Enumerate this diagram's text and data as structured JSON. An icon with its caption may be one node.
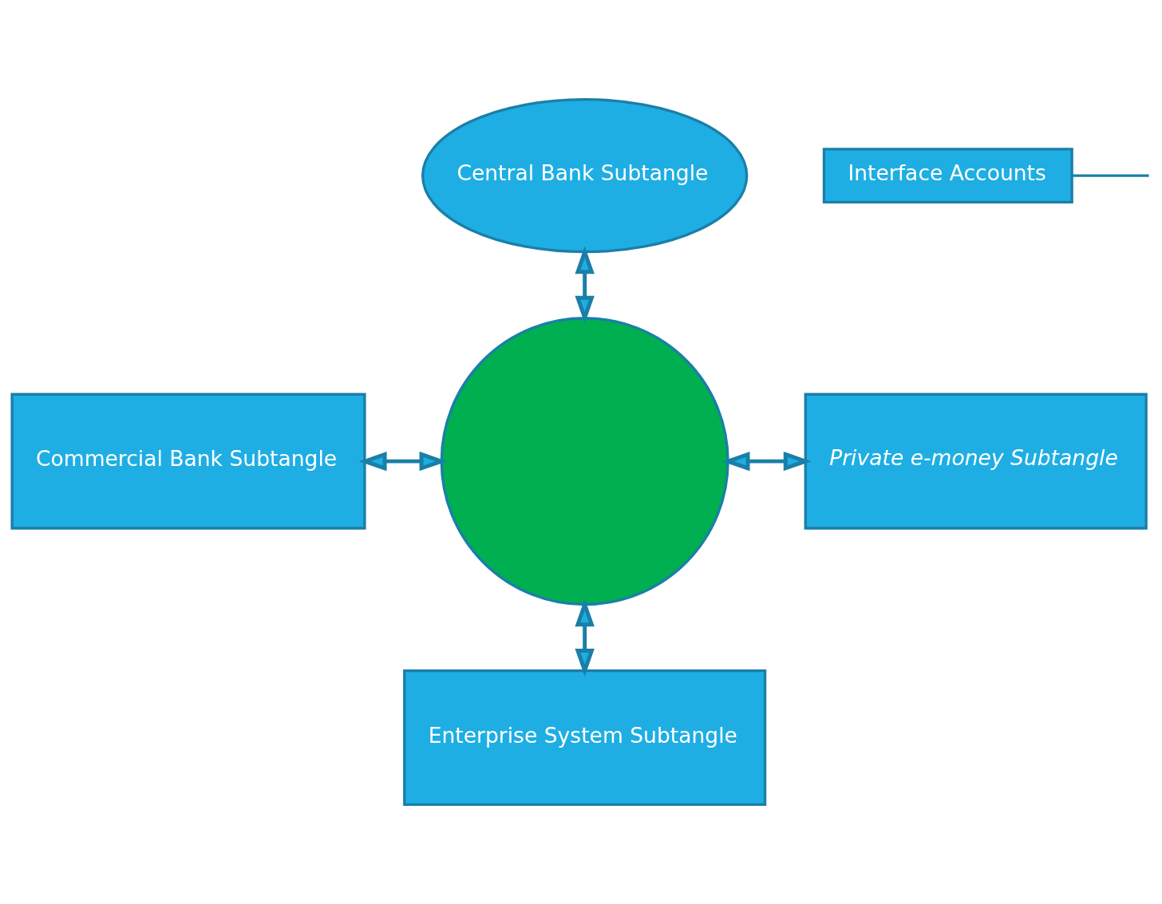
{
  "diagram": {
    "nodes": [
      {
        "text": [
          "Central Bank Subtangle"
        ]
      },
      {
        "text": [
          "Interface Accounts"
        ]
      },
      {
        "text": [],
        "shape": "circle"
      },
      {
        "text": [
          "Commercial Bank Subtangle"
        ]
      },
      {
        "text": [
          "Private e-money Subtangle"
        ]
      },
      {
        "text": [
          "Enterprise System Subtangle"
        ]
      }
    ],
    "edges": [
      {
        "from": 0,
        "to": 2,
        "arrow": "both"
      },
      {
        "from": 1,
        "to": null,
        "arrow": "none"
      },
      {
        "from": 3,
        "to": 2,
        "arrow": "both"
      },
      {
        "from": 2,
        "to": 4,
        "arrow": "both"
      },
      {
        "from": 2,
        "to": 5,
        "arrow": "both"
      }
    ]
  }
}
